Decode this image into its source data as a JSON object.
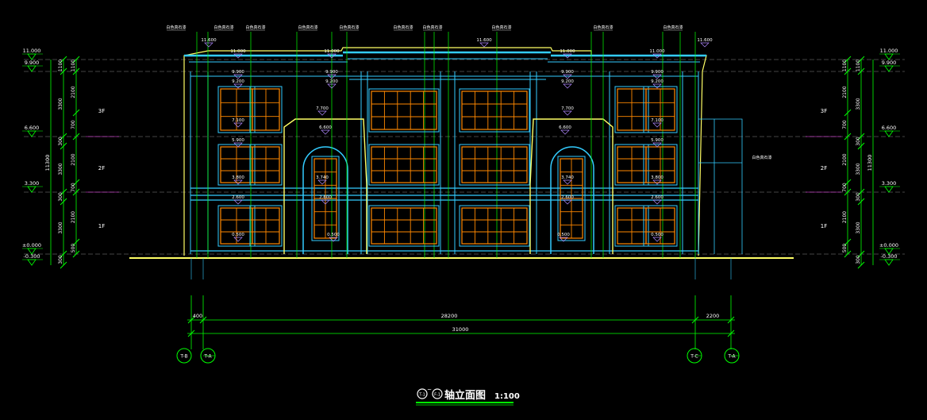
{
  "colors": {
    "background": "#000000",
    "dimension": "#00ff00",
    "text": "#ffffff",
    "outline": "#ffff66",
    "trim": "#33ccff",
    "window": "#ff8800",
    "magenta": "#ff44ff",
    "marker": "#b088ff"
  },
  "levels_left": [
    {
      "label": "11.000"
    },
    {
      "label": "9.900"
    },
    {
      "label": "6.600"
    },
    {
      "label": "3.300"
    },
    {
      "label": "±0.000"
    },
    {
      "label": "-0.300"
    }
  ],
  "levels_right": [
    {
      "label": "11.000"
    },
    {
      "label": "9.900"
    },
    {
      "label": "6.600"
    },
    {
      "label": "3.300"
    },
    {
      "label": "±0.000"
    },
    {
      "label": "-0.300"
    }
  ],
  "dims_left_outer": [
    {
      "label": "1100"
    },
    {
      "label": "3300"
    },
    {
      "label": "300"
    },
    {
      "label": "3300"
    },
    {
      "label": "300"
    },
    {
      "label": "3300"
    },
    {
      "label": "300"
    }
  ],
  "dims_left_inner": [
    {
      "label": "1100"
    },
    {
      "label": "2100"
    },
    {
      "label": "700"
    },
    {
      "label": "2100"
    },
    {
      "label": "700"
    },
    {
      "label": "2100"
    },
    {
      "label": "500"
    }
  ],
  "total_height": "11300",
  "floors": [
    {
      "label": "3F"
    },
    {
      "label": "2F"
    },
    {
      "label": "1F"
    }
  ],
  "elevation_marks": [
    "11.600",
    "11.000",
    "9.900",
    "9.200",
    "7.700",
    "7.100",
    "6.600",
    "5.900",
    "3.800",
    "3.740",
    "3.300",
    "2.600",
    "0.500"
  ],
  "material_note": "白色真石漆",
  "horizontal_dims": {
    "segments": [
      "400",
      "28200",
      "2200"
    ],
    "total": "31000"
  },
  "axes": [
    {
      "label": "T-B"
    },
    {
      "label": "T-A"
    },
    {
      "label": "T-C"
    },
    {
      "label": "T-A"
    }
  ],
  "title": {
    "start_axis": "T-1",
    "tilde": "~",
    "end_axis": "F-1",
    "text": "轴立面图",
    "scale": "1:100"
  }
}
